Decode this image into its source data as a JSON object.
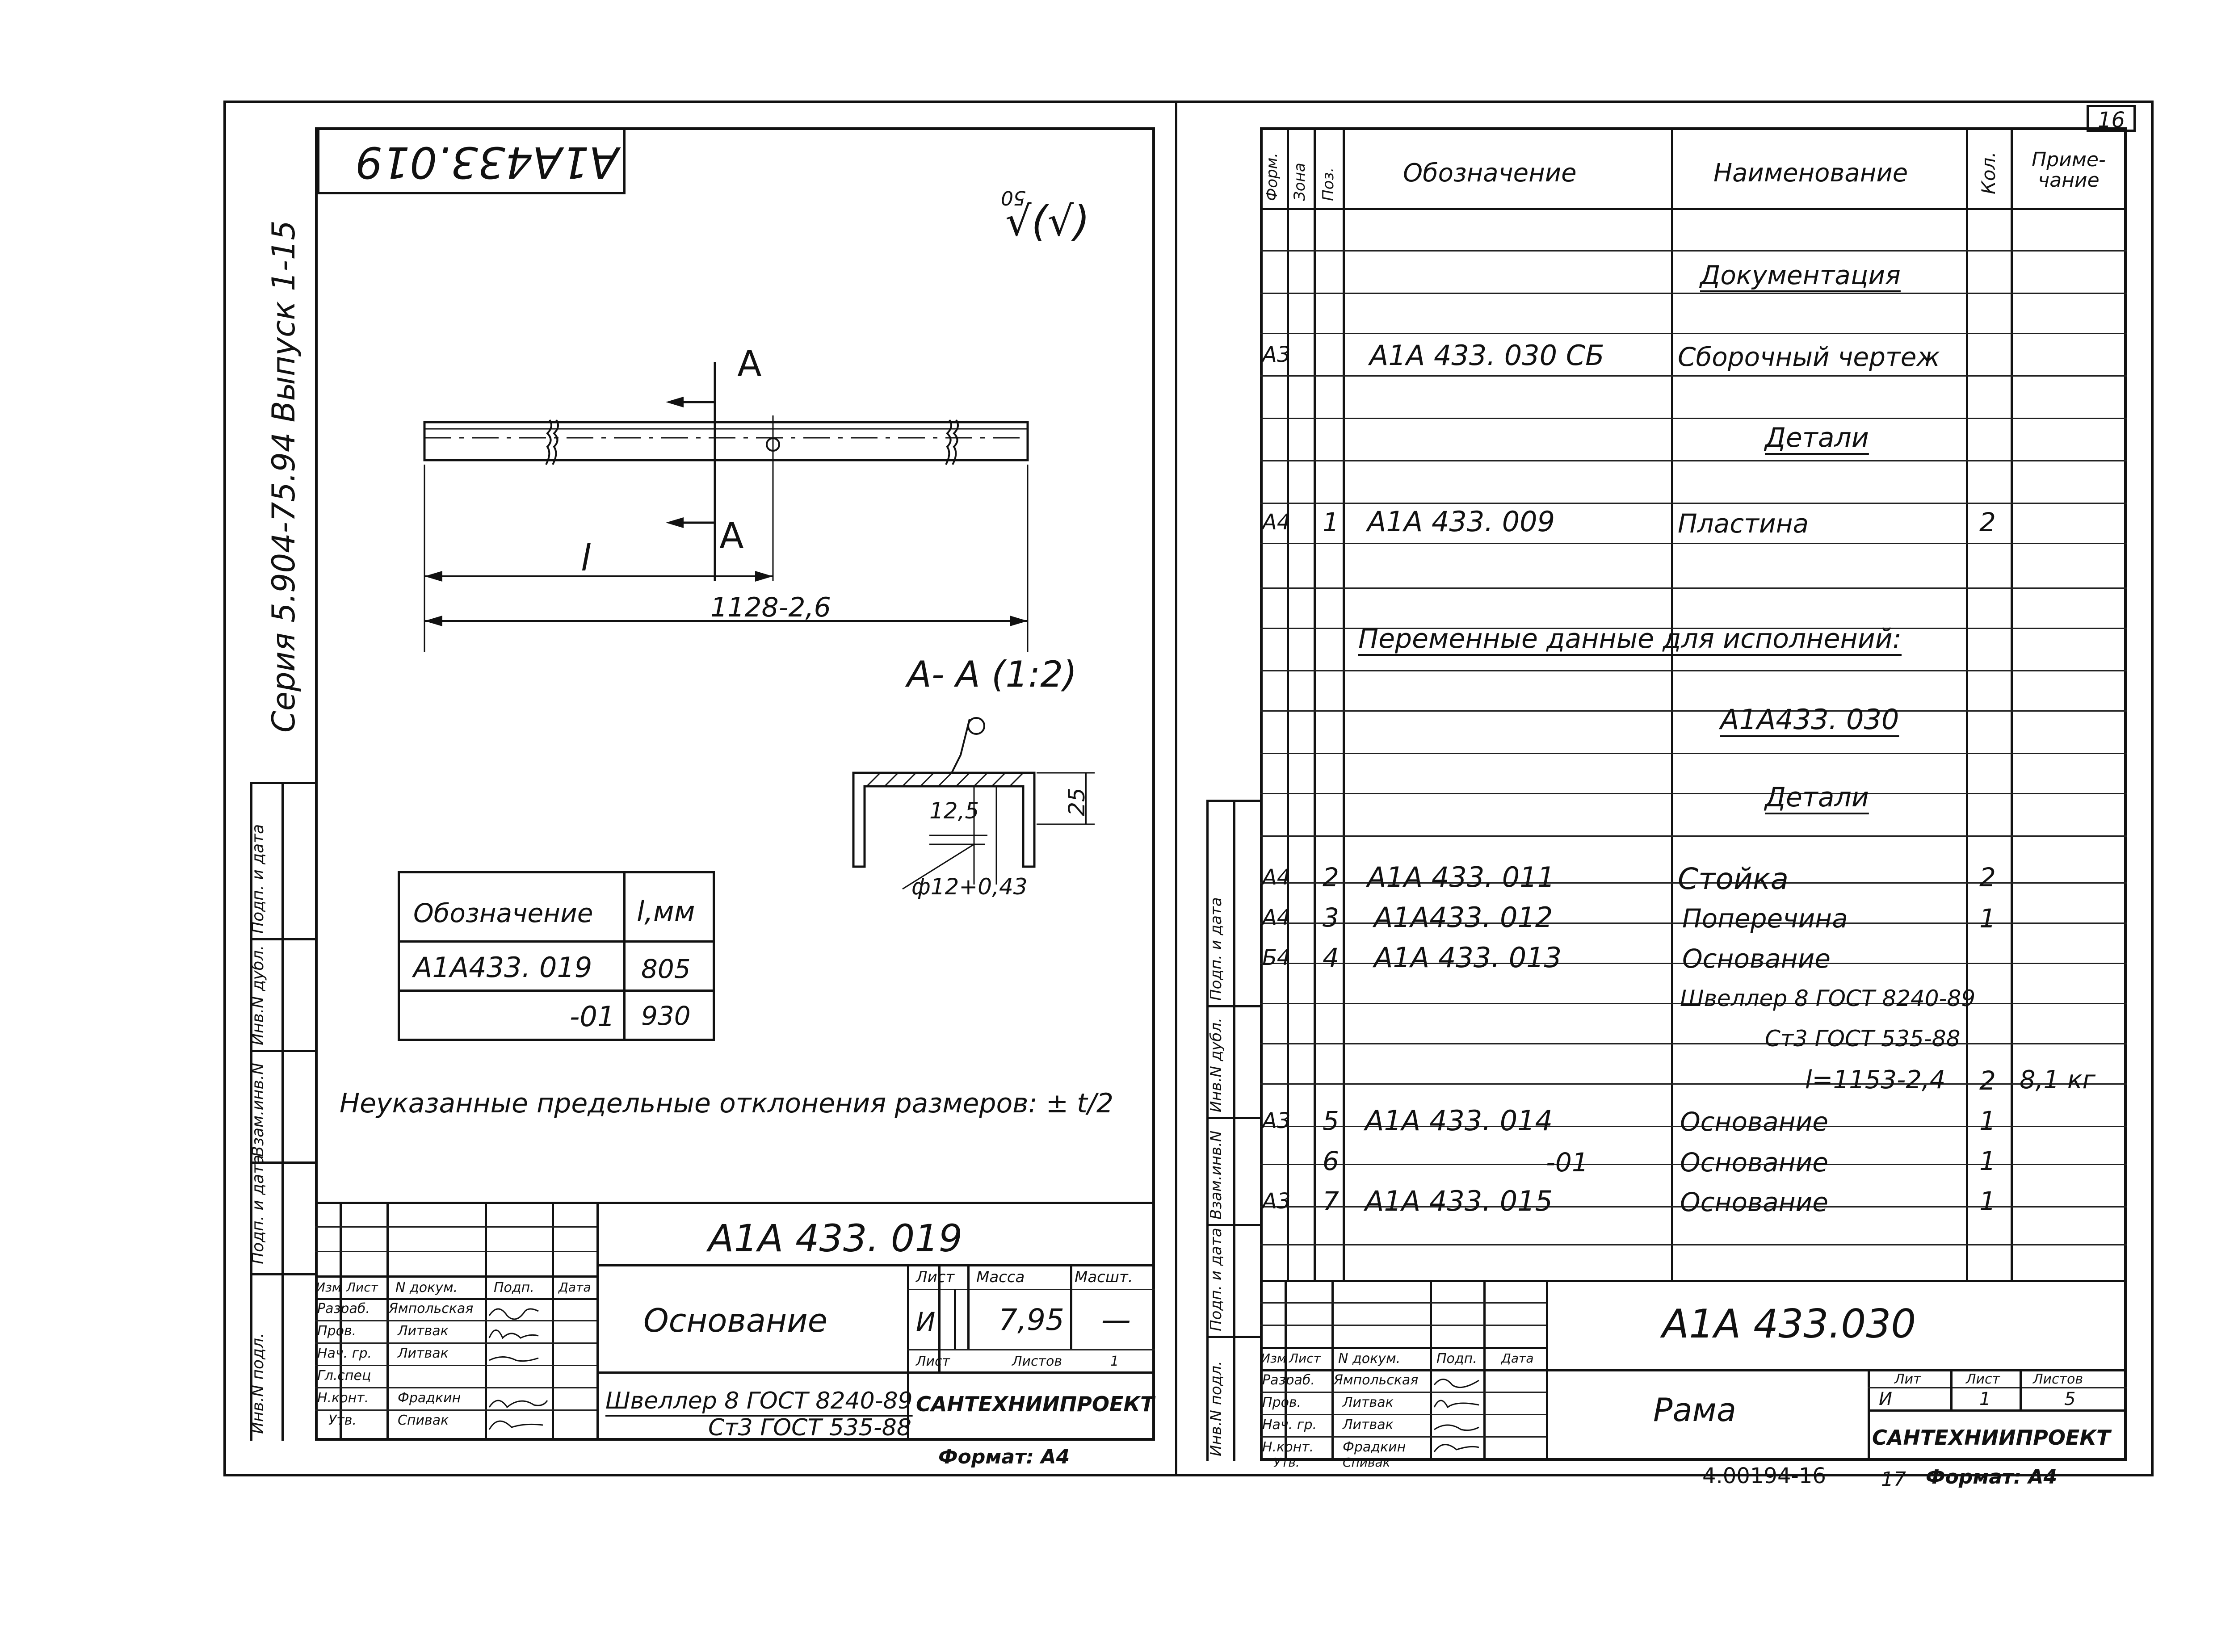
{
  "left_sheet": {
    "code_stamp_rotated": "A1A433.019",
    "roughness": {
      "value": "50",
      "symbol": "√(√)"
    },
    "side_series": "Серия 5.904-75.94 Выпуск 1-15",
    "section_label_top": "A",
    "section_label_bottom": "A",
    "dimension_l": "l",
    "dimension_total": "1128-2,6",
    "section_title": "А- А (1:2)",
    "section_dims": {
      "height": "25",
      "offset": "12,5",
      "hole": "ф12+0,43"
    },
    "variant_table": {
      "headers": [
        "Обозначение",
        "l,мм"
      ],
      "rows": [
        [
          "A1A433. 019",
          "805"
        ],
        [
          "-01",
          "930"
        ]
      ]
    },
    "note": "Неуказанные предельные отклонения размеров: ± t/2",
    "title_block": {
      "designation": "A1A 433. 019",
      "name": "Основание",
      "material_line1": "Швеллер 8 ГОСТ 8240-89",
      "material_line2": "Ст3 ГОСТ 535-88",
      "col_lit": "Лист",
      "col_mass": "Масса",
      "col_scale": "Масшт.",
      "lit_value": "И",
      "mass_value": "7,95",
      "scale_value": "—",
      "sheet_label": "Лист",
      "sheets_label": "Листов",
      "sheets_value": "1",
      "org": "САНТЕХНИИПРОЕКТ",
      "header_row": [
        "Изм",
        "Лист",
        "N докум.",
        "Подп.",
        "Дата"
      ],
      "people": [
        [
          "Разраб.",
          "Ямпольская"
        ],
        [
          "Пров.",
          "Литвак"
        ],
        [
          "Нач. гр.",
          "Литвак"
        ],
        [
          "Гл.спец",
          ""
        ],
        [
          "Н.конт.",
          "Фрадкин"
        ],
        [
          "Утв.",
          "Спивак"
        ]
      ]
    },
    "format": "Формат: А4",
    "side_stamp": [
      "Инв.N подл.",
      "Подп. и дата",
      "Взам.инв.N",
      "Инв.N дубл.",
      "Подп. и дата"
    ]
  },
  "right_sheet": {
    "page_number": "16",
    "headers": [
      "Форм.",
      "Зона",
      "Поз.",
      "Обозначение",
      "Наименование",
      "Кол.",
      "Приме-чание"
    ],
    "rows": [
      {
        "fmt": "",
        "pos": "",
        "code": "",
        "name": "Документация",
        "qty": "",
        "note": "",
        "heading": true
      },
      {
        "fmt": "А3",
        "pos": "",
        "code": "A1A 433. 030 СБ",
        "name": "Сборочный чертеж",
        "qty": "",
        "note": ""
      },
      {
        "fmt": "",
        "pos": "",
        "code": "",
        "name": "Детали",
        "qty": "",
        "note": "",
        "heading": true
      },
      {
        "fmt": "А4",
        "pos": "1",
        "code": "A1A 433. 009",
        "name": "Пластина",
        "qty": "2",
        "note": ""
      },
      {
        "fmt": "",
        "pos": "",
        "code": "",
        "name": "Переменные данные для исполнений:",
        "qty": "",
        "note": "",
        "wide": true
      },
      {
        "fmt": "",
        "pos": "",
        "code": "",
        "name": "A1A433. 030",
        "qty": "",
        "note": "",
        "heading": true
      },
      {
        "fmt": "",
        "pos": "",
        "code": "",
        "name": "Детали",
        "qty": "",
        "note": "",
        "heading": true
      },
      {
        "fmt": "А4",
        "pos": "2",
        "code": "A1A 433. 011",
        "name": "Стойка",
        "qty": "2",
        "note": ""
      },
      {
        "fmt": "А4",
        "pos": "3",
        "code": "A1A433. 012",
        "name": "Поперечина",
        "qty": "1",
        "note": ""
      },
      {
        "fmt": "Б4",
        "pos": "4",
        "code": "A1A 433. 013",
        "name": "Основание",
        "qty": "",
        "note": ""
      },
      {
        "fmt": "",
        "pos": "",
        "code": "",
        "name": "Швеллер 8 ГОСТ 8240-89",
        "qty": "",
        "note": ""
      },
      {
        "fmt": "",
        "pos": "",
        "code": "",
        "name": "Ст3 ГОСТ 535-88",
        "qty": "",
        "note": ""
      },
      {
        "fmt": "",
        "pos": "",
        "code": "",
        "name": "l=1153-2,4",
        "qty": "2",
        "note": "8,1 кг"
      },
      {
        "fmt": "А3",
        "pos": "5",
        "code": "A1A 433. 014",
        "name": "Основание",
        "qty": "1",
        "note": ""
      },
      {
        "fmt": "",
        "pos": "6",
        "code": "-01",
        "name": "Основание",
        "qty": "1",
        "note": ""
      },
      {
        "fmt": "А3",
        "pos": "7",
        "code": "A1A 433. 015",
        "name": "Основание",
        "qty": "1",
        "note": ""
      }
    ],
    "title_block": {
      "designation": "A1A 433.030",
      "name": "Рама",
      "lit_label": "Лит",
      "sheet_label": "Лист",
      "sheets_label": "Листов",
      "lit_value": "И",
      "sheet_value": "1",
      "sheets_value": "5",
      "org": "САНТЕХНИИПРОЕКТ",
      "header_row": [
        "Изм",
        "Лист",
        "N докум.",
        "Подп.",
        "Дата"
      ],
      "people": [
        [
          "Разраб.",
          "Ямпольская"
        ],
        [
          "Пров.",
          "Литвак"
        ],
        [
          "Нач. гр.",
          "Литвак"
        ],
        [
          "Н.конт.",
          "Фрадкин"
        ],
        [
          "Утв.",
          "Спивак"
        ]
      ]
    },
    "archive_number": "4.00194-16",
    "bottom_page": "17",
    "format": "Формат: А4",
    "side_stamp": [
      "Инв.N подл.",
      "Подп. и дата",
      "Взам.инв.N",
      "Инв.N дубл.",
      "Подп. и дата"
    ]
  }
}
